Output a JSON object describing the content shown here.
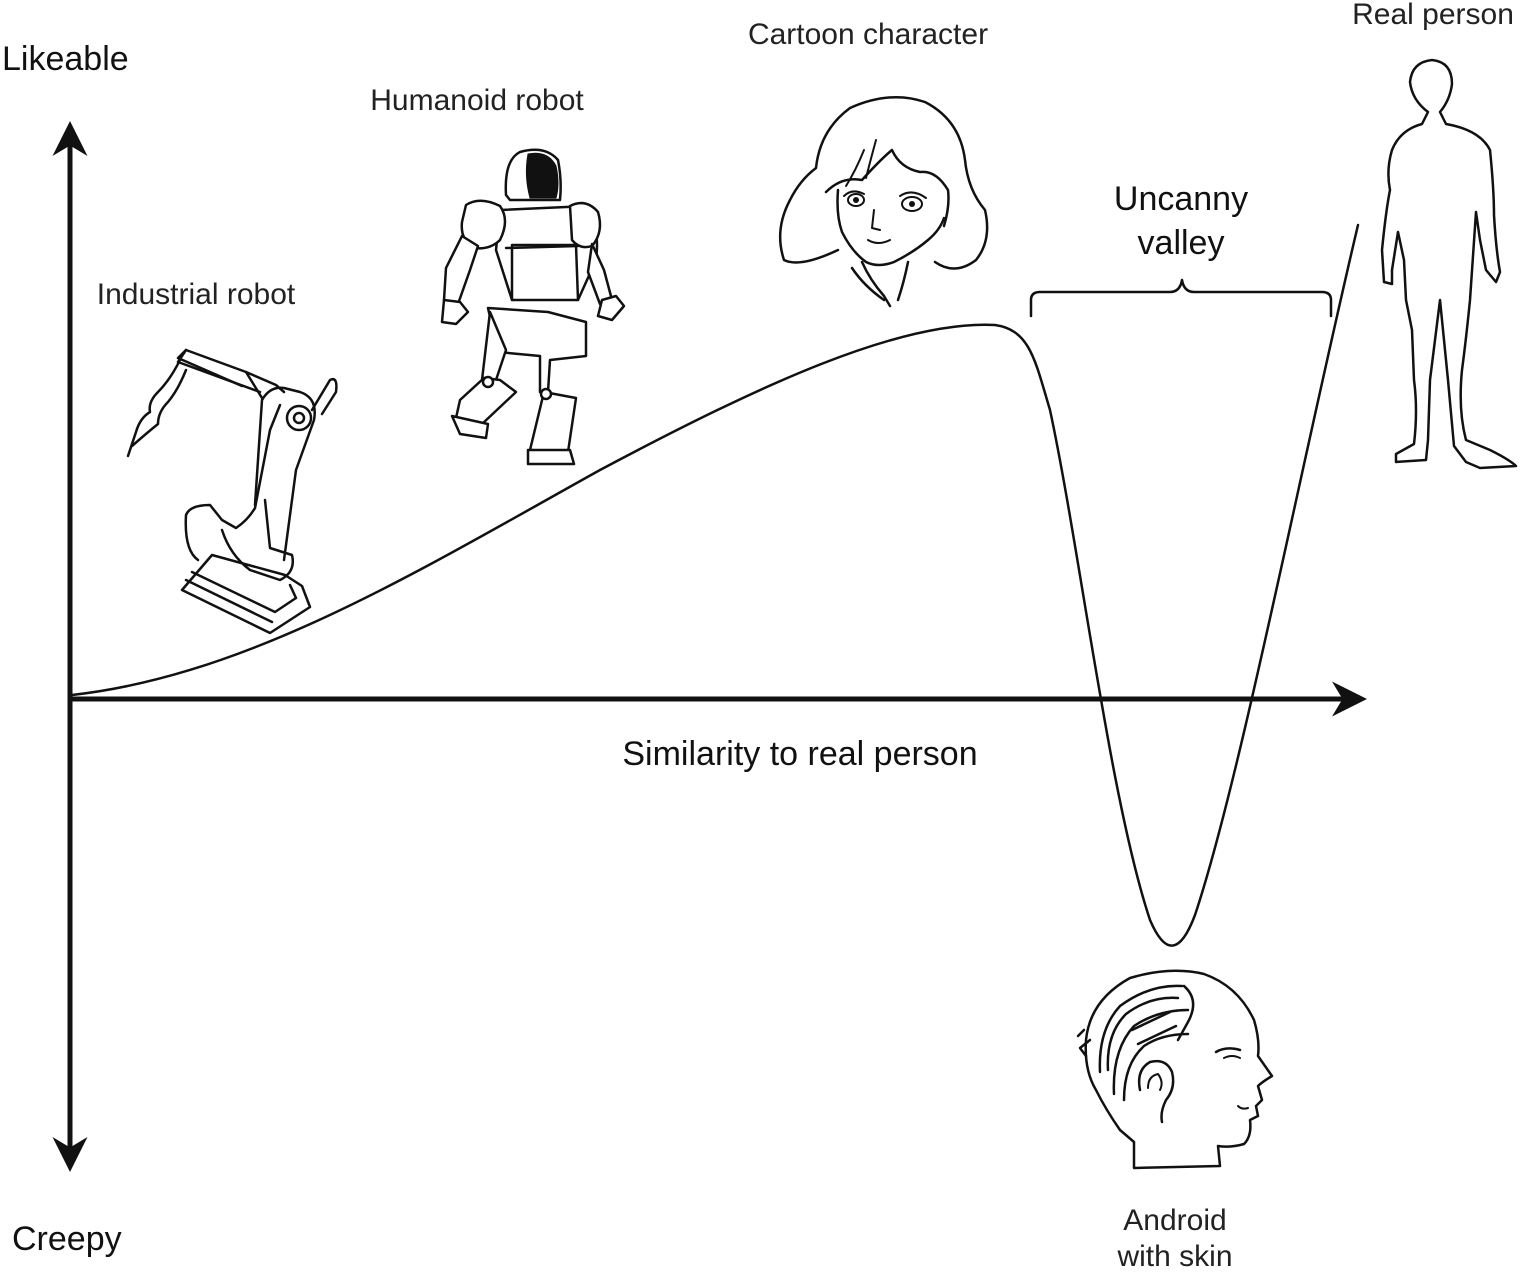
{
  "axes": {
    "y_top_label": "Likeable",
    "y_bottom_label": "Creepy",
    "x_label": "Similarity to real person"
  },
  "annotations": {
    "industrial_robot": "Industrial robot",
    "humanoid_robot": "Humanoid robot",
    "cartoon_character": "Cartoon character",
    "real_person": "Real person",
    "uncanny_valley_line1": "Uncanny",
    "uncanny_valley_line2": "valley",
    "android_line1": "Android",
    "android_line2": "with skin"
  },
  "icons": [
    "industrial-robot-icon",
    "humanoid-robot-icon",
    "cartoon-face-icon",
    "real-person-silhouette-icon",
    "android-head-icon"
  ],
  "colors": {
    "ink": "#111111",
    "background": "#ffffff"
  }
}
